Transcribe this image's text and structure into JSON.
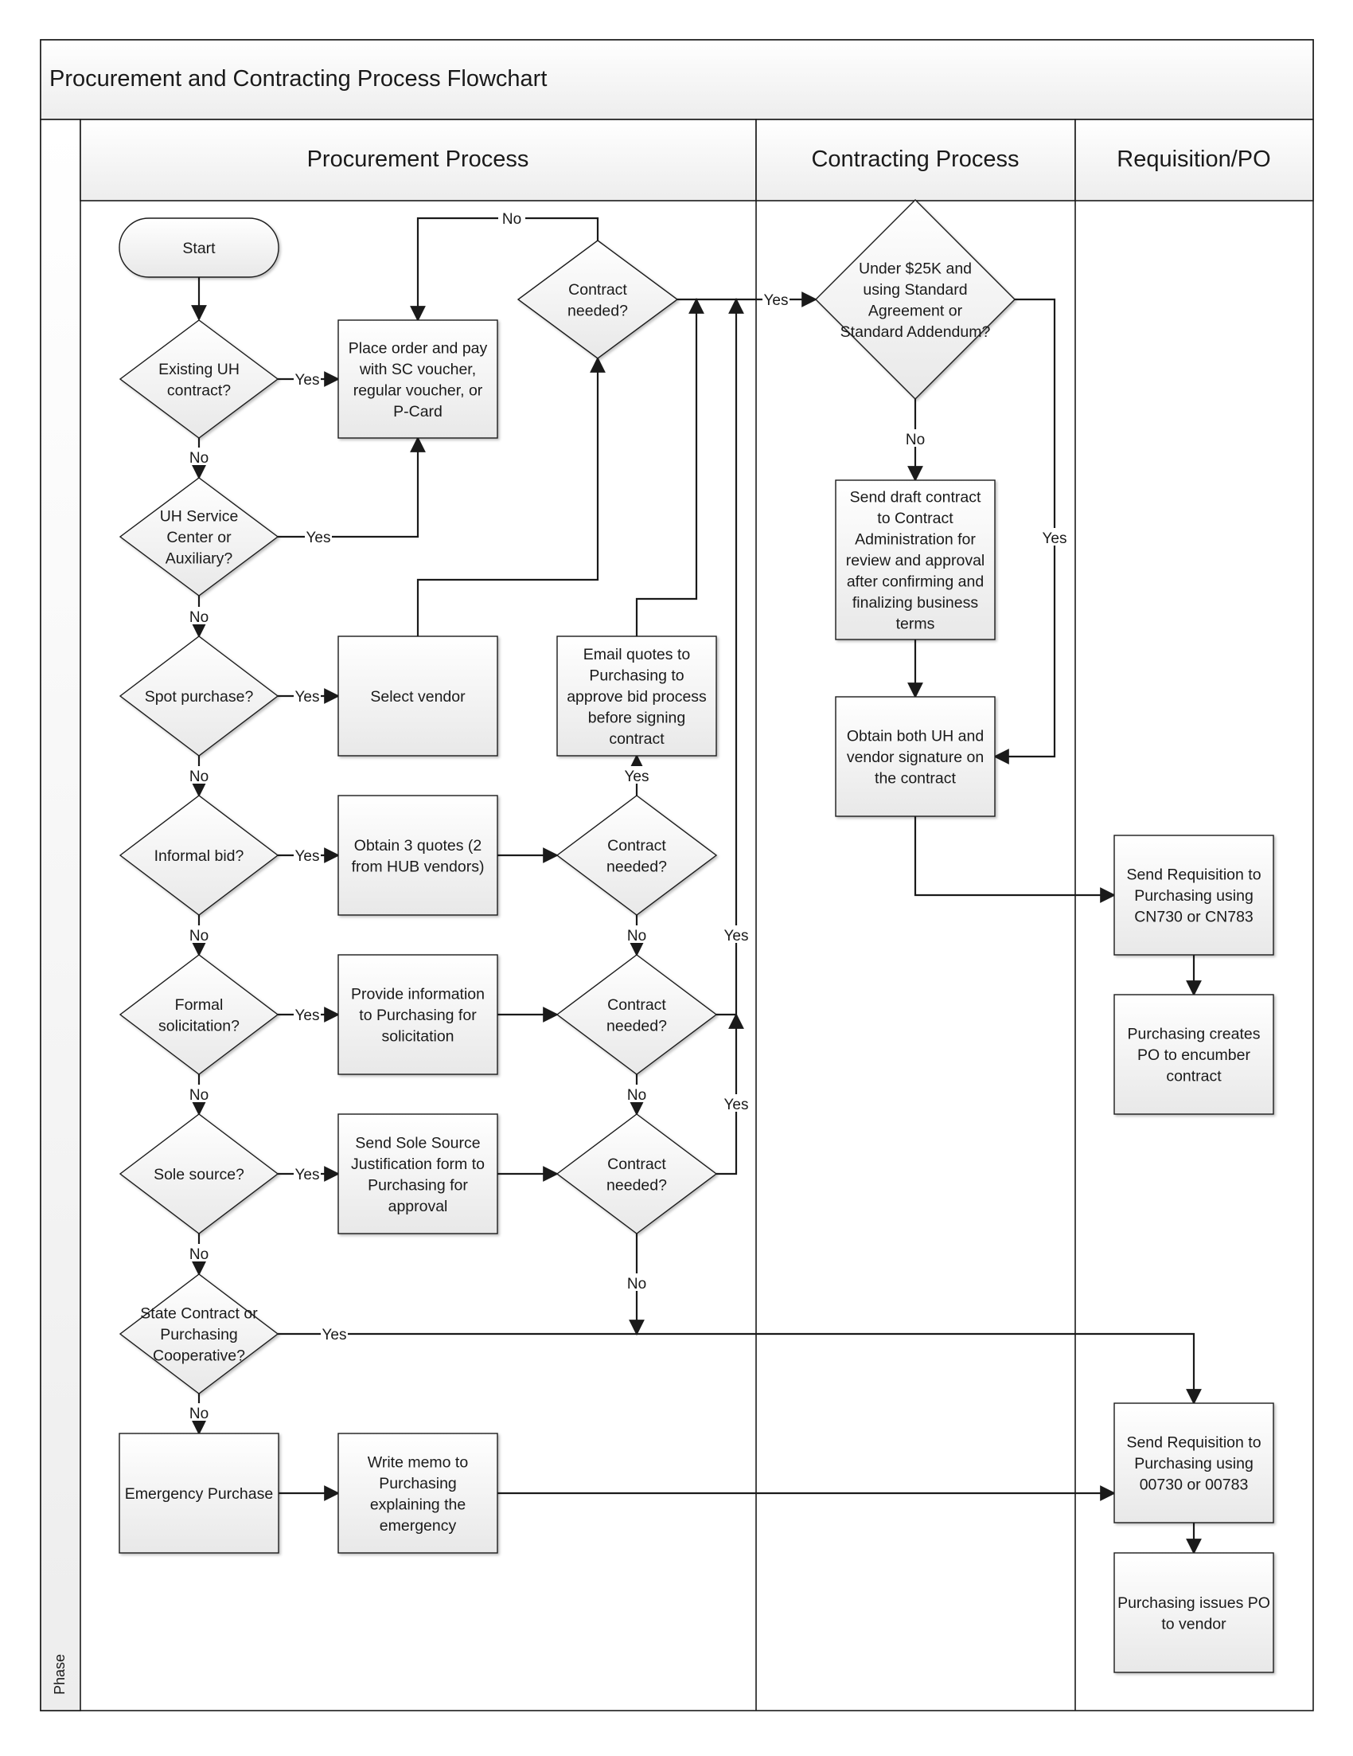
{
  "title": "Procurement and Contracting Process Flowchart",
  "phase_label": "Phase",
  "lanes": {
    "procurement": "Procurement Process",
    "contracting": "Contracting Process",
    "requisition": "Requisition/PO"
  },
  "nodes": {
    "start": "Start",
    "d_existing_uh": "Existing UH\ncontract?",
    "place_order": "Place order and pay\nwith SC voucher,\nregular voucher, or\nP-Card",
    "d_contract_top": "Contract\nneeded?",
    "d_under_25k": "Under $25K and\nusing Standard\nAgreement or\nStandard Addendum?",
    "d_uh_service": "UH Service\nCenter or\nAuxiliary?",
    "send_draft": "Send draft contract\nto Contract\nAdministration for\nreview and approval\nafter confirming and\nfinalizing business\nterms",
    "d_spot": "Spot purchase?",
    "select_vendor": "Select vendor",
    "email_quotes": "Email quotes to\nPurchasing to\napprove bid process\nbefore signing\ncontract",
    "obtain_signature": "Obtain both UH and\nvendor signature on\nthe contract",
    "d_informal": "Informal bid?",
    "obtain_quotes": "Obtain 3 quotes (2\nfrom HUB vendors)",
    "d_contract_informal": "Contract\nneeded?",
    "req_cn730": "Send Requisition to\nPurchasing using\nCN730 or CN783",
    "d_formal": "Formal\nsolicitation?",
    "provide_info": "Provide information\nto Purchasing for\nsolicitation",
    "d_contract_formal": "Contract\nneeded?",
    "po_encumber": "Purchasing creates\nPO to encumber\ncontract",
    "d_sole": "Sole source?",
    "sole_form": "Send Sole Source\nJustification form to\nPurchasing for\napproval",
    "d_contract_sole": "Contract\nneeded?",
    "d_state": "State Contract or\nPurchasing\nCooperative?",
    "emergency": "Emergency Purchase",
    "memo": "Write memo to\nPurchasing\nexplaining the\nemergency",
    "req_00730": "Send Requisition to\nPurchasing using\n00730 or 00783",
    "po_vendor": "Purchasing issues PO\nto vendor"
  },
  "labels": {
    "yes": "Yes",
    "no": "No"
  },
  "colors": {
    "shape_fill": "#f2f2f2",
    "line": "#1a1a1a",
    "header_fill": "#f5f5f5"
  }
}
